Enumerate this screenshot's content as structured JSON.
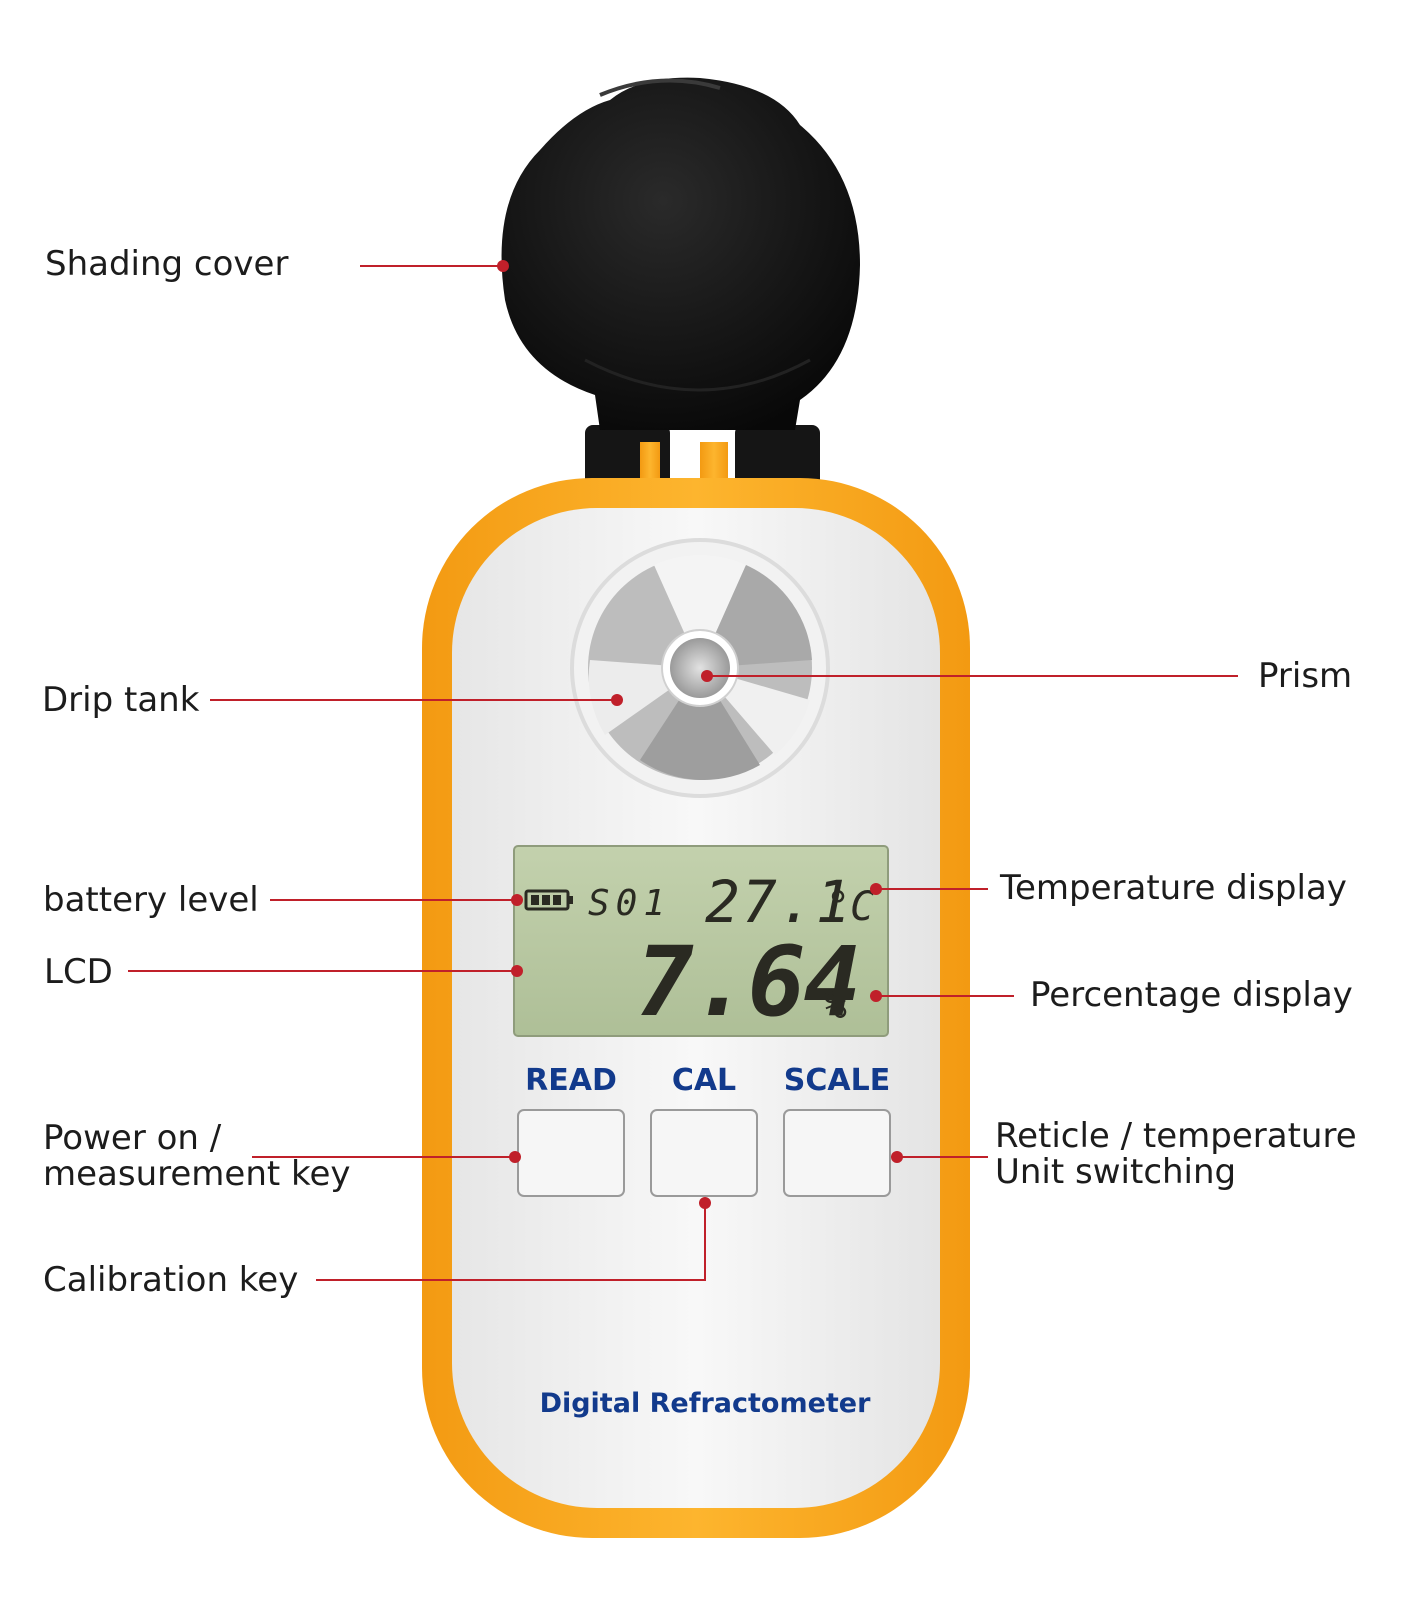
{
  "labels": {
    "shading_cover": "Shading cover",
    "drip_tank": "Drip tank",
    "prism": "Prism",
    "battery_level": "battery level",
    "lcd": "LCD",
    "temperature_display": "Temperature display",
    "percentage_display": "Percentage display",
    "power_key": [
      "Power on /",
      "measurement key"
    ],
    "reticle_key": [
      "Reticle / temperature",
      "Unit switching"
    ],
    "calibration_key": "Calibration key"
  },
  "device": {
    "keys": {
      "read": "READ",
      "cal": "CAL",
      "scale": "SCALE"
    },
    "brand": "Digital Refractometer",
    "lcd": {
      "scale_code": "S01",
      "temperature": "27.1",
      "temp_unit": "°C",
      "reading": "7.64",
      "reading_unit": "%"
    }
  },
  "colors": {
    "body_orange": "#f7a21b",
    "face_white": "#f4f4f4",
    "lcd_green": "#b9c9a3",
    "key_text_blue": "#123a8c",
    "leader_red": "#c0202a",
    "cover_black": "#111111"
  },
  "icons": [
    "battery-icon"
  ]
}
